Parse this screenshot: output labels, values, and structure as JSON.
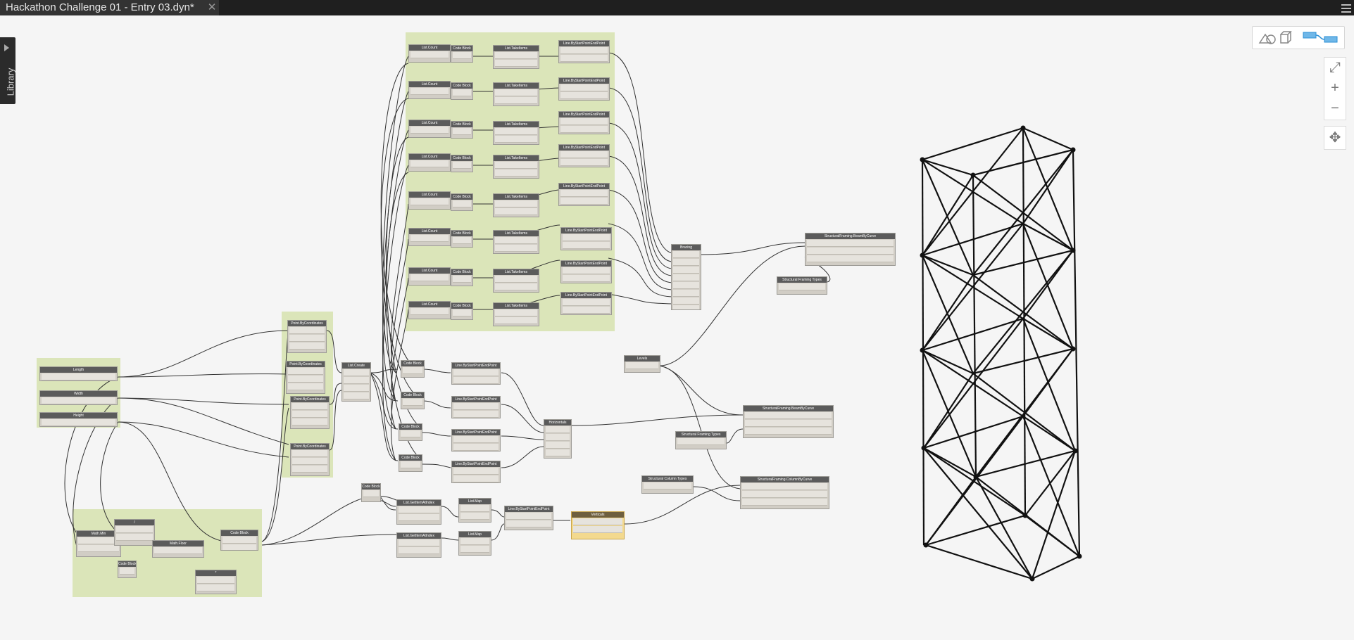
{
  "tab": {
    "title": "Hackathon Challenge 01 - Entry 03.dyn*",
    "close": "✕"
  },
  "library": {
    "label": "Library"
  },
  "zoom": {
    "fit": "⤢",
    "in": "+",
    "out": "−",
    "pan": "✥"
  },
  "colors": {
    "group_fill": "#d8e3b3",
    "node_header": "#5b5b5b",
    "node_body": "#d1cdc5",
    "canvas": "#f5f5f5",
    "selected_node": "#f3d98e"
  },
  "nodes": [
    "Length",
    "Width",
    "Height",
    "Point.ByCoordinates",
    "Point.ByCoordinates",
    "Point.ByCoordinates",
    "Point.ByCoordinates",
    "List.Create",
    "Code Block",
    "Code Block",
    "Code Block",
    "Code Block",
    "Line.ByStartPointEndPoint",
    "Line.ByStartPointEndPoint",
    "Line.ByStartPointEndPoint",
    "Line.ByStartPointEndPoint",
    "Horizontals",
    "Math.Min",
    "/",
    "Math.Floor",
    "Code Block",
    "Code Block",
    "*",
    "List.GetItemAtIndex",
    "List.GetItemAtIndex",
    "List.Map",
    "List.Map",
    "Line.ByStartPointEndPoint",
    "Verticals",
    "Code Block",
    "List.Count",
    "List.TakeItems",
    "Bracing",
    "Levels",
    "Structural Framing Types",
    "Structural Framing Types",
    "StructuralFraming.BeamByCurve",
    "StructuralFraming.BeamByCurve",
    "Structural Column Types",
    "StructuralFraming.ColumnByCurve"
  ]
}
